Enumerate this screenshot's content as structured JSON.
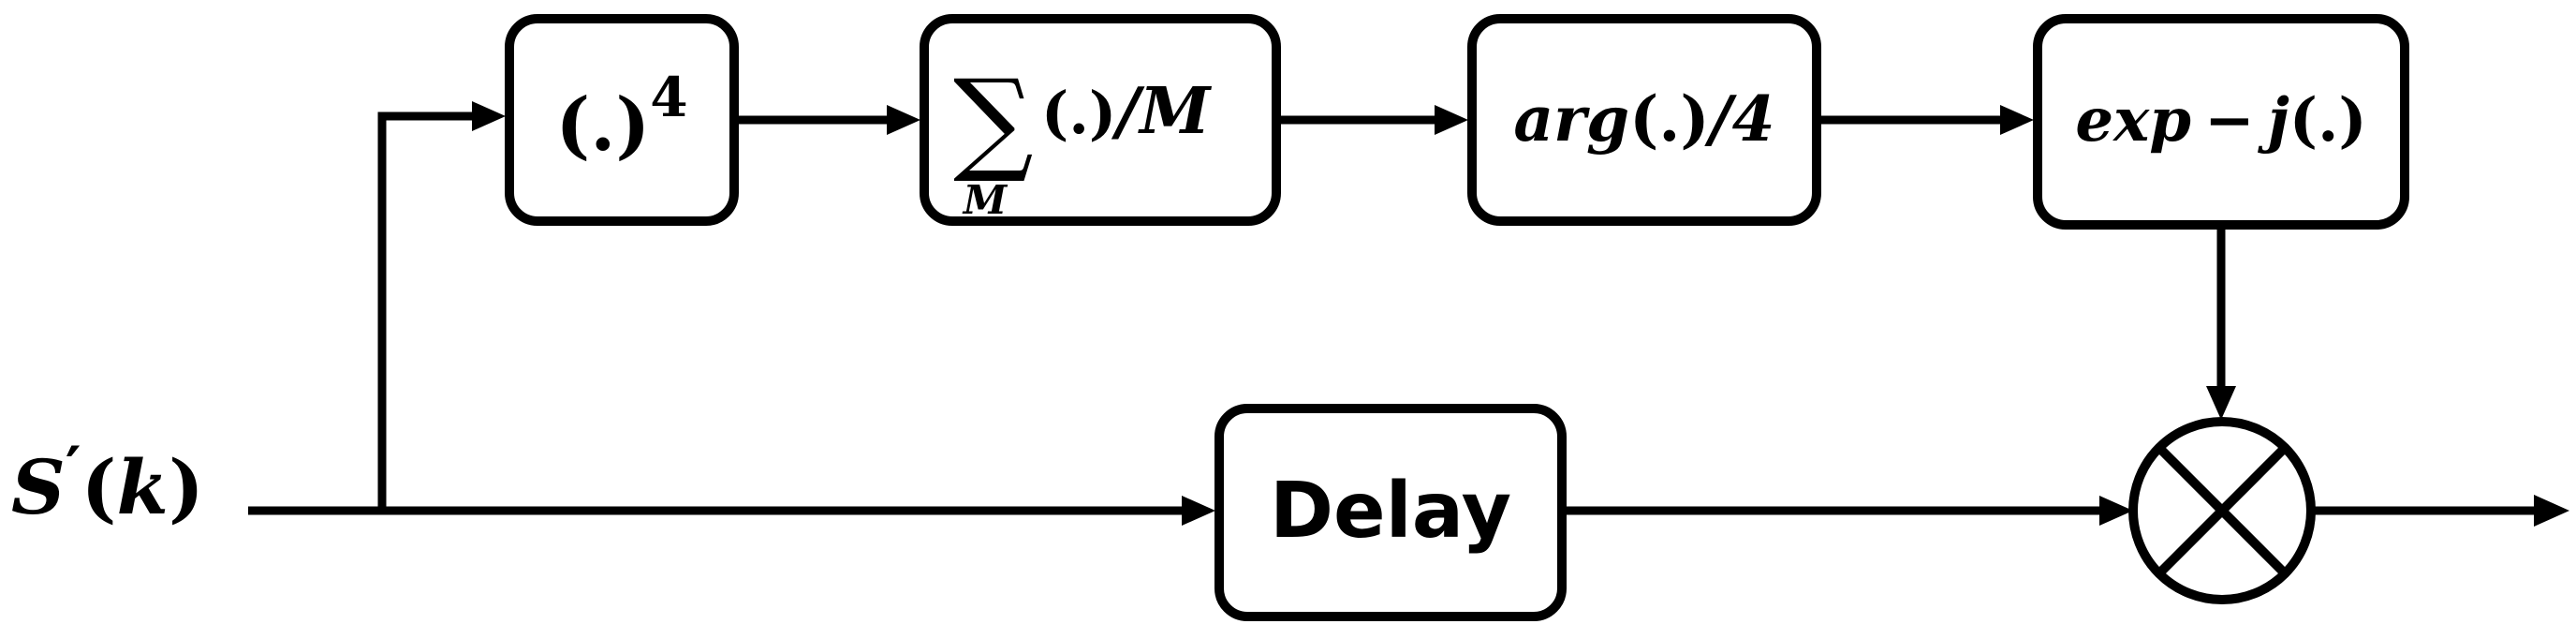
{
  "input": {
    "label_base": "S",
    "label_prime": "′",
    "label_arg": "(",
    "label_var": "k",
    "label_close": ")"
  },
  "blocks": {
    "power": {
      "base": "(.)",
      "exponent": "4"
    },
    "sum": {
      "symbol": "∑",
      "subscript": "M",
      "operand": "(.)",
      "divisor": "/M"
    },
    "arg": {
      "func": "arg",
      "operand": "(.)",
      "divisor": "/4"
    },
    "exp": {
      "func": "exp",
      "minus": "−",
      "j": "j",
      "operand": "(.)"
    },
    "delay": {
      "label": "Delay"
    }
  },
  "multiplier": {
    "symbol_name": "multiply-cross-icon"
  }
}
